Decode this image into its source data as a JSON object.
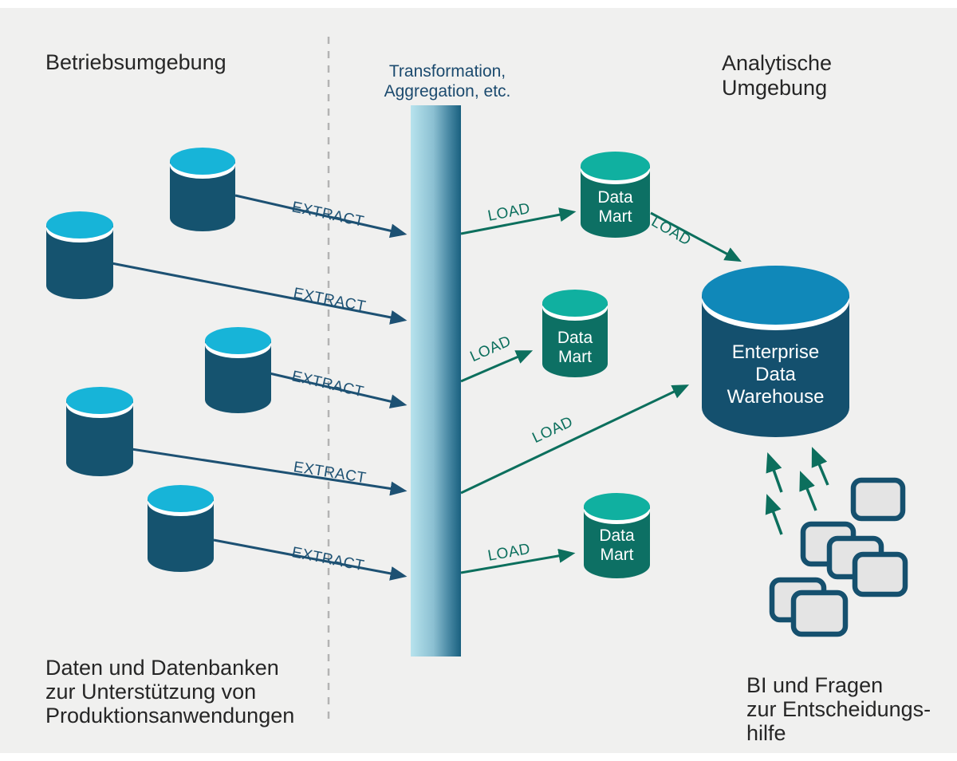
{
  "diagram": {
    "left_region": {
      "title": "Betriebsumgebung",
      "caption": [
        "Daten und Datenbanken",
        "zur Unterstützung von",
        "Produktionsanwendungen"
      ]
    },
    "middle_region": {
      "title": [
        "Transformation,",
        "Aggregation, etc."
      ]
    },
    "right_region": {
      "title": [
        "Analytische",
        "Umgebung"
      ],
      "caption": [
        "BI und Fragen",
        "zur Entscheidungs-",
        "hilfe"
      ]
    },
    "arrow_labels": {
      "extract": "EXTRACT",
      "load": "LOAD"
    },
    "nodes": {
      "data_mart": [
        "Data",
        "Mart"
      ],
      "enterprise_dw": [
        "Enterprise",
        "Data",
        "Warehouse"
      ]
    },
    "colors": {
      "background": "#f0f0ef",
      "source_db_top": "#17b4d8",
      "source_db_body": "#15536f",
      "data_mart_top": "#10b0a0",
      "data_mart_body": "#0d7064",
      "edw_top": "#1088b9",
      "edw_body": "#14506e",
      "extract_arrow": "#1d5173",
      "load_arrow": "#0c6f5d",
      "transform_bar_gradient": [
        "#b7e3ed",
        "#8cc0d2",
        "#4a8aa5",
        "#19607f"
      ]
    }
  }
}
